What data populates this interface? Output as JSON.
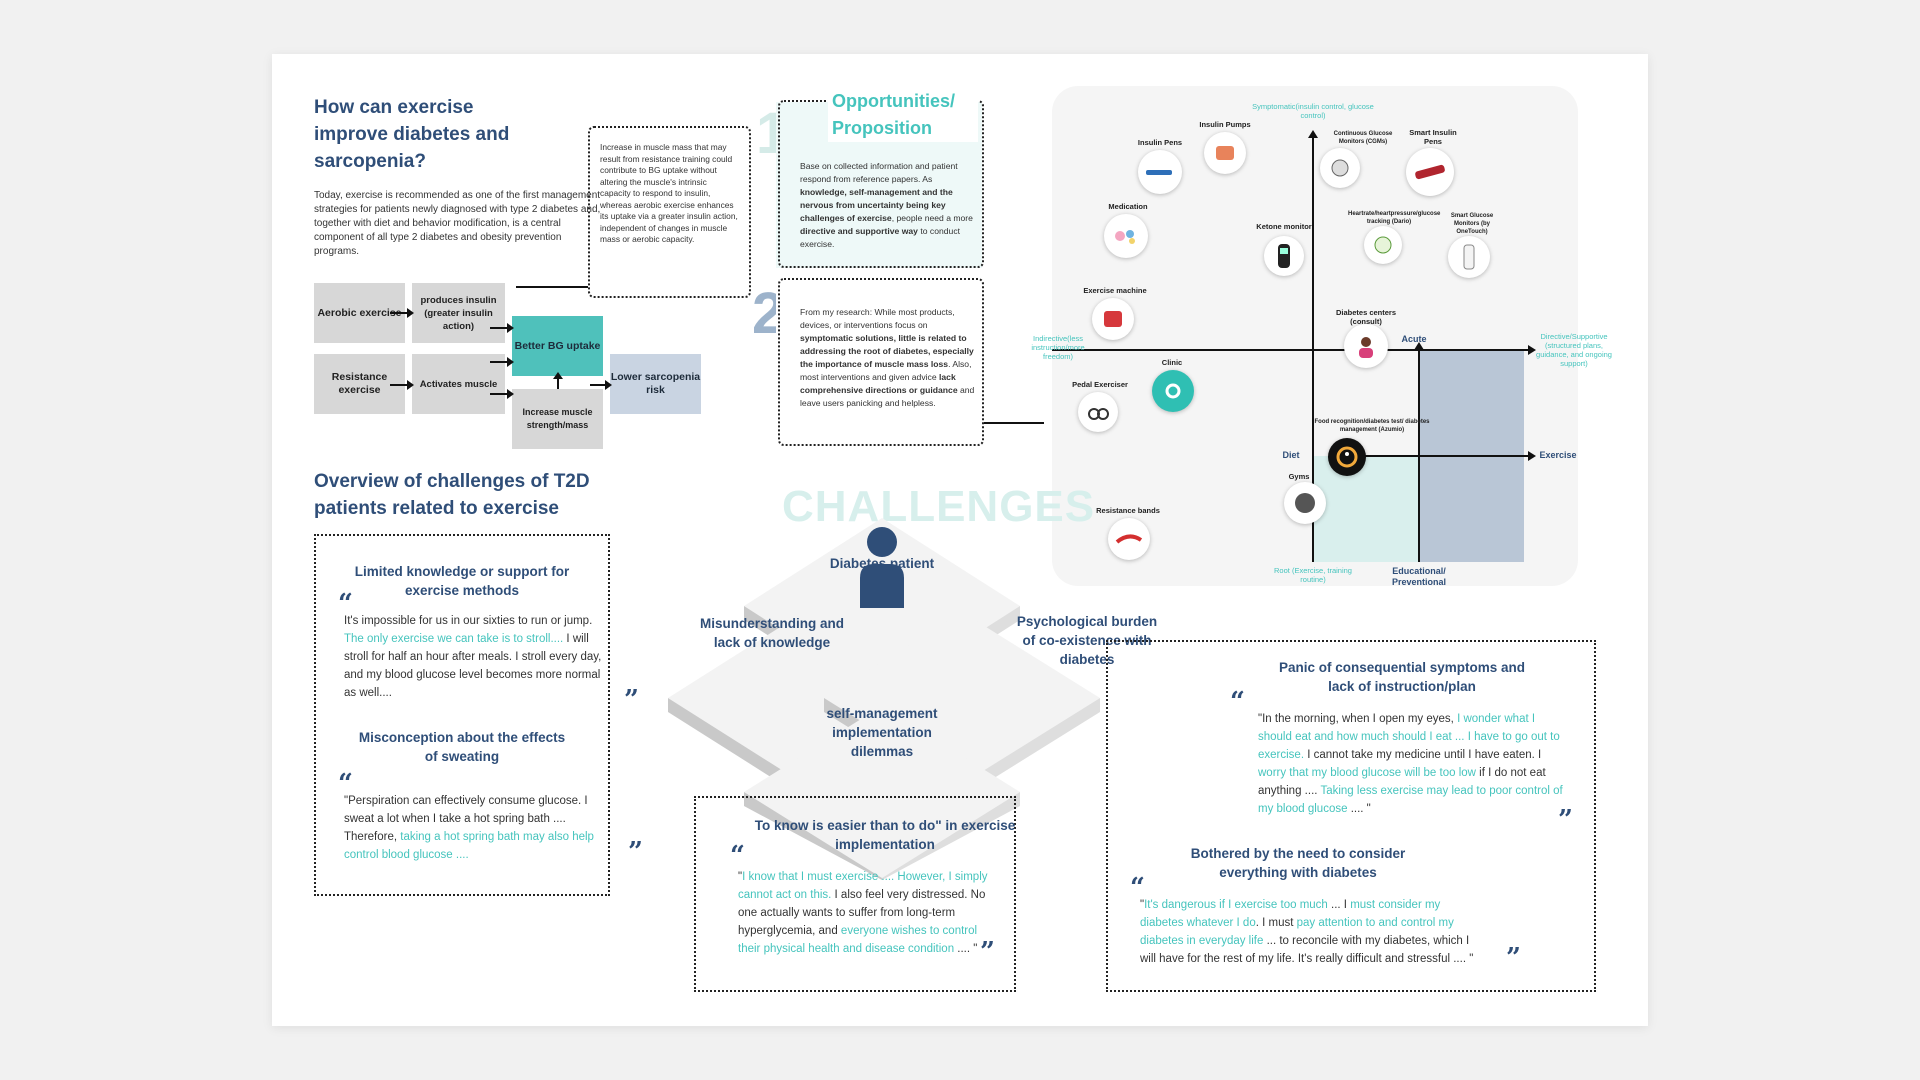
{
  "exercise": {
    "title": "How can exercise improve diabetes and sarcopenia?",
    "intro": "Today, exercise is recommended as one of the first management strategies for patients newly diagnosed with type 2 diabetes and, together with diet and behavior modification, is a central component of all type 2 diabetes and obesity prevention programs.",
    "note": "Increase in muscle mass that may result from resistance training could contribute to BG uptake without altering the muscle's intrinsic capacity to respond to insulin, whereas aerobic exercise enhances its uptake via a greater insulin action, independent of changes in muscle mass or aerobic capacity.",
    "flow": {
      "aerobic": "Aerobic exercise",
      "resistance": "Resistance exercise",
      "produces": "produces insulin (greater insulin action)",
      "activates": "Activates muscle",
      "better_bg": "Better BG uptake",
      "increase": "Increase muscle strength/mass",
      "lower": "Lower sarcopenia risk"
    }
  },
  "opportunities": {
    "num1": "1.",
    "title": "Opportunities/ Proposition",
    "p1_a": "Base on collected information and patient respond from reference papers. As ",
    "p1_b": "knowledge, self-management and the nervous from uncertainty being key challenges of exercise",
    "p1_c": ", people need a more ",
    "p1_d": "directive and supportive way",
    "p1_e": " to conduct exercise.",
    "num2": "2.",
    "p2_a": "From my research: While most products, devices, or interventions focus on ",
    "p2_b": "symptomatic solutions, little is related to addressing the root of diabetes, especially the importance of muscle mass loss",
    "p2_c": ". Also, most interventions and given advice ",
    "p2_d": "lack comprehensive directions or guidance",
    "p2_e": " and leave users panicking and helpless."
  },
  "map": {
    "top_axis": "Symptomatic(insulin control, glucose control)",
    "left_axis": "Indirective(less instruction/more freedom)",
    "right_axis": "Directive/Supportive (structured plans, guidance, and ongoing support)",
    "bottom_axis": "Root (Exercise, training routine)",
    "acute": "Acute",
    "educational": "Educational/ Preventional",
    "diet": "Diet",
    "exercise": "Exercise",
    "items": {
      "insulin_pens": "Insulin Pens",
      "insulin_pumps": "Insulin Pumps",
      "cgm": "Continuous Glucose Monitors (CGMs)",
      "smart_pens": "Smart Insulin Pens",
      "medication": "Medication",
      "ketone": "Ketone monitor",
      "heartrate": "Heartrate/heartpressure/glucose tracking (Dario)",
      "smart_glucose": "Smart Glucose Monitors (by OneTouch)",
      "exercise_machine": "Exercise machine",
      "centers": "Diabetes centers (consult)",
      "clinic": "Clinic",
      "pedal": "Pedal Exerciser",
      "food": "Food recognition/diabetes test/ diabetes management (Azumio)",
      "gyms": "Gyms",
      "bands": "Resistance bands"
    }
  },
  "challenges": {
    "title": "Overview of challenges of T2D patients related to exercise",
    "watermark": "CHALLENGES",
    "patient": "Diabetes patient",
    "d_left": "Misunderstanding and lack of knowledge",
    "d_right": "Psychological burden of co-existence with diabetes",
    "d_bottom": "self-management implementation dilemmas"
  },
  "quotes": {
    "q1_title": "Limited knowledge or support for exercise methods",
    "q1_a": "It's impossible for us in our sixties to run or jump. ",
    "q1_b": "The only exercise we can take is to stroll....",
    "q1_c": " I will stroll for half an hour after meals. I stroll every day, and my blood glucose level becomes more normal as well....",
    "q2_title": "Misconception about the effects of sweating",
    "q2_a": "\"Perspiration can effectively consume glucose. I sweat a lot when I take a hot spring bath .... Therefore, ",
    "q2_b": "taking a hot spring bath may also help control blood glucose ....",
    "q3_title": "To know is easier than to do\" in exercise implementation",
    "q3_a": "\"",
    "q3_b": "I know that I must exercise .... However, I simply cannot act on this.",
    "q3_c": " I also feel very distressed. No one actually wants to suffer from long-term hyperglycemia, and ",
    "q3_d": "everyone wishes to control their physical health and disease condition",
    "q3_e": " .... \"",
    "q4_title": "Panic of consequential symptoms and lack of instruction/plan",
    "q4_a": "\"In the morning, when I open my eyes, ",
    "q4_b": "I wonder what I should eat and how much should I eat ... I have to go out to exercise.",
    "q4_c": " I cannot take my medicine until I have eaten. I ",
    "q4_d": "worry that my blood glucose will be too low",
    "q4_e": " if I do not eat anything .... ",
    "q4_f": "Taking less exercise may lead to poor control of my blood glucose",
    "q4_g": " .... \"",
    "q5_title": "Bothered by the need to consider everything with diabetes",
    "q5_a": "\"",
    "q5_b": "It's dangerous if I exercise too much",
    "q5_c": " ... I ",
    "q5_d": "must consider my diabetes whatever I do",
    "q5_e": ". I must ",
    "q5_f": "pay attention to and control my diabetes in everyday life",
    "q5_g": " ... to reconcile with my diabetes, which I will have for the rest of my life. It's really difficult and stressful .... \""
  },
  "colors": {
    "navy": "#2f4e78",
    "teal": "#45c4bd",
    "slate": "#b9c6d6",
    "mint": "#d9efed"
  }
}
